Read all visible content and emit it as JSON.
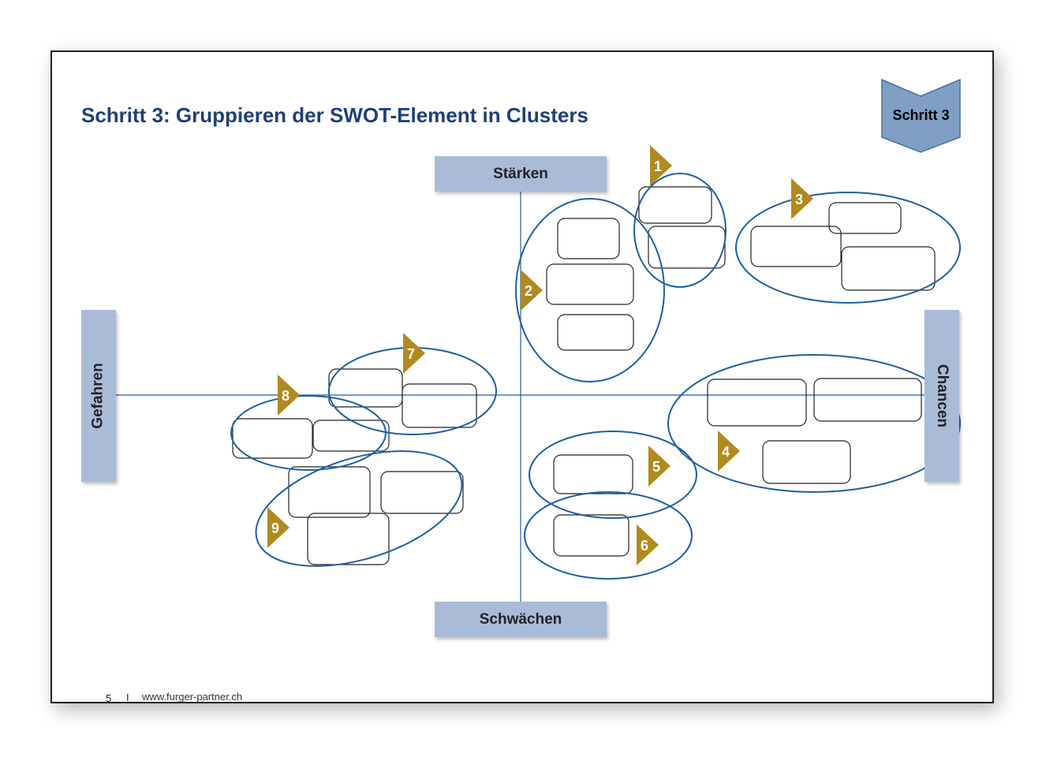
{
  "title": "Schritt 3: Gruppieren der SWOT-Element in Clusters",
  "step_badge": "Schritt 3",
  "axes": {
    "top": "Stärken",
    "bottom": "Schwächen",
    "left": "Gefahren",
    "right": "Chancen"
  },
  "clusters": [
    {
      "label": "1"
    },
    {
      "label": "2"
    },
    {
      "label": "3"
    },
    {
      "label": "4"
    },
    {
      "label": "5"
    },
    {
      "label": "6"
    },
    {
      "label": "7"
    },
    {
      "label": "8"
    },
    {
      "label": "9"
    }
  ],
  "footer": {
    "page_number": "5",
    "separator": "I",
    "url": "www.furger-partner.ch"
  },
  "colors": {
    "title": "#1f3f79",
    "ellipse": "#1f5fa0",
    "marker": "#b08a1e",
    "axis_box": "#a9bbd7",
    "badge": "#7f9fc4"
  }
}
